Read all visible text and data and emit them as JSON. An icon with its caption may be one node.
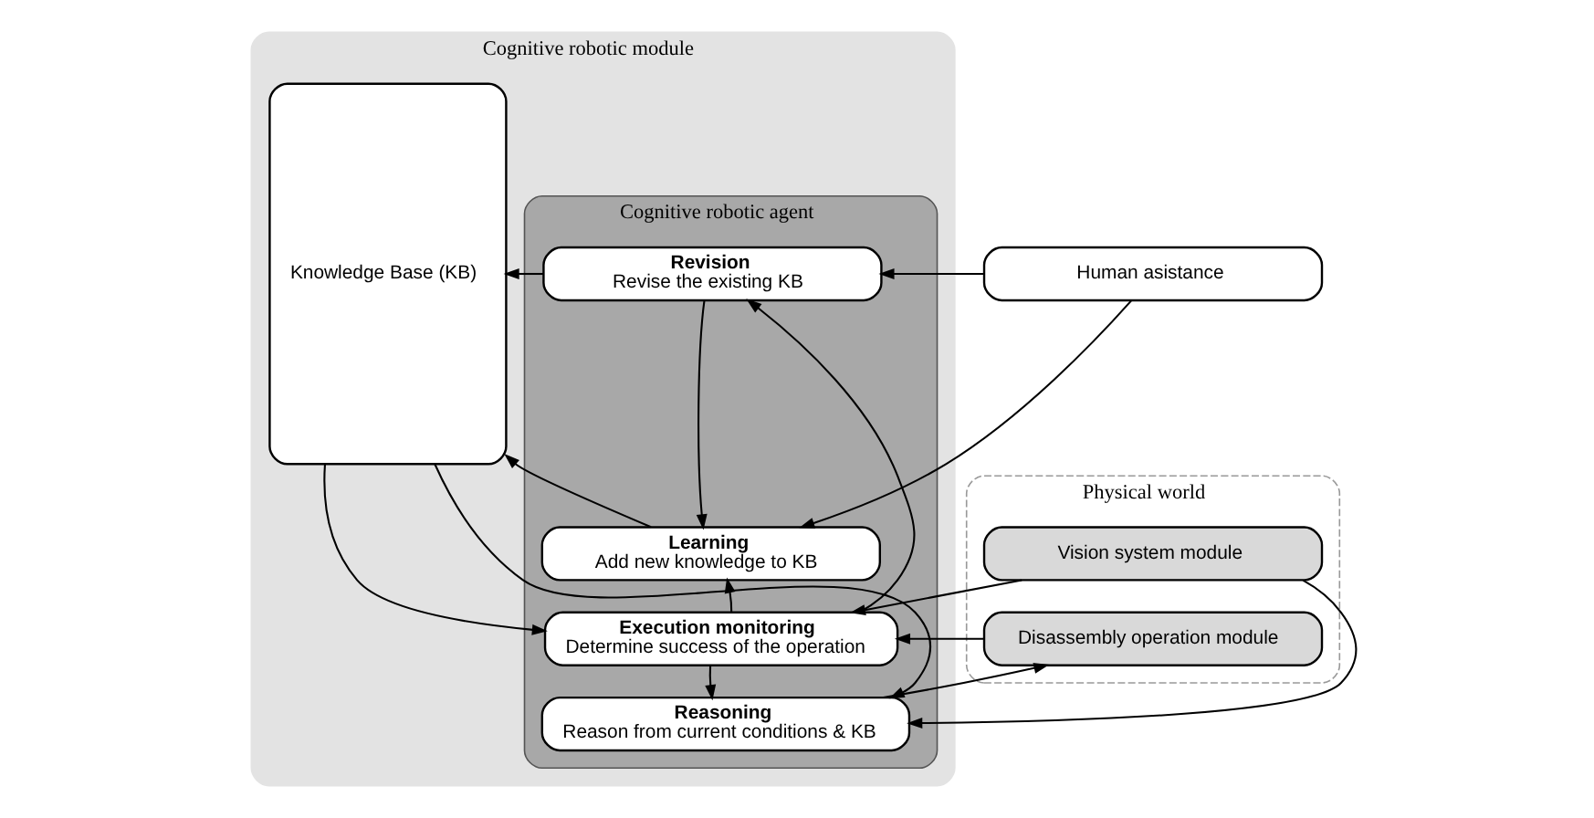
{
  "diagram": {
    "nodes": [
      {
        "text": [
          "Cognitive robotic module"
        ]
      },
      {
        "text": [
          "Knowledge Base (KB)"
        ],
        "in": 0
      },
      {
        "text": [
          "Cognitive robotic agent"
        ],
        "in": 0
      },
      {
        "text": [
          "Revision",
          "Revise the existing KB"
        ],
        "in": 2
      },
      {
        "text": [
          "Learning",
          "Add new knowledge to KB"
        ],
        "in": 2
      },
      {
        "text": [
          "Execution monitoring",
          "Determine success of the operation"
        ],
        "in": 2
      },
      {
        "text": [
          "Reasoning",
          "Reason from current conditions & KB"
        ],
        "in": 2
      },
      {
        "text": [
          "Human asistance"
        ]
      },
      {
        "text": [
          "Physical world"
        ]
      },
      {
        "text": [
          "Vision system module"
        ],
        "in": 8
      },
      {
        "text": [
          "Disassembly operation module"
        ],
        "in": 8
      }
    ],
    "edges": [
      {
        "from": 3,
        "to": 1,
        "arrow": "to"
      },
      {
        "from": 4,
        "to": 1,
        "arrow": "to"
      },
      {
        "from": 1,
        "to": 5,
        "arrow": "to"
      },
      {
        "from": 1,
        "to": 6,
        "arrow": "to"
      },
      {
        "from": 3,
        "to": 4,
        "arrow": "to"
      },
      {
        "from": 5,
        "to": 4,
        "arrow": "to"
      },
      {
        "from": 5,
        "to": 6,
        "arrow": "to"
      },
      {
        "from": 7,
        "to": 3,
        "arrow": "to"
      },
      {
        "from": 7,
        "to": 4,
        "arrow": "to"
      },
      {
        "from": 5,
        "to": 3,
        "arrow": "to"
      },
      {
        "from": 9,
        "to": 5,
        "arrow": "to"
      },
      {
        "from": 9,
        "to": 6,
        "arrow": "to"
      },
      {
        "from": 10,
        "to": 5,
        "arrow": "to"
      },
      {
        "from": 6,
        "to": 10,
        "arrow": "to"
      }
    ]
  }
}
